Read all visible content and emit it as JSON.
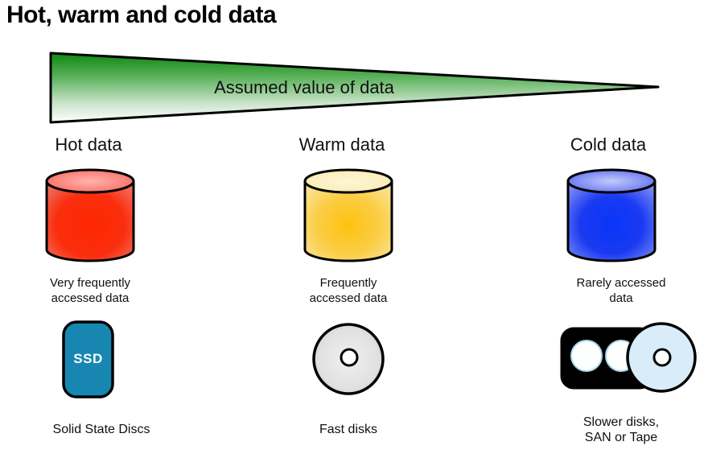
{
  "title": "Hot, warm and cold data",
  "wedge": {
    "label": "Assumed value of data",
    "color_top": "#0f870f"
  },
  "columns": [
    {
      "header": "Hot data",
      "cylinder_color": "#ff2600",
      "caption": {
        "line1": "Very frequently",
        "line2": "accessed data"
      },
      "device": {
        "icon": "ssd",
        "badge": "SSD",
        "color": "#1787b2",
        "label": {
          "line1": "Solid State Discs",
          "line2": ""
        }
      }
    },
    {
      "header": "Warm data",
      "cylinder_color": "#fec20e",
      "caption": {
        "line1": "Frequently",
        "line2": "accessed data"
      },
      "device": {
        "icon": "compact-disc",
        "color": "#d9d9d9",
        "label": {
          "line1": "Fast disks",
          "line2": ""
        }
      }
    },
    {
      "header": "Cold data",
      "cylinder_color": "#0835f8",
      "caption": {
        "line1": "Rarely accessed",
        "line2": "data"
      },
      "device": {
        "icon": "tape-and-disc",
        "color": "#d8edf9",
        "label": {
          "line1": "Slower disks,",
          "line2": "SAN or Tape"
        }
      }
    }
  ]
}
